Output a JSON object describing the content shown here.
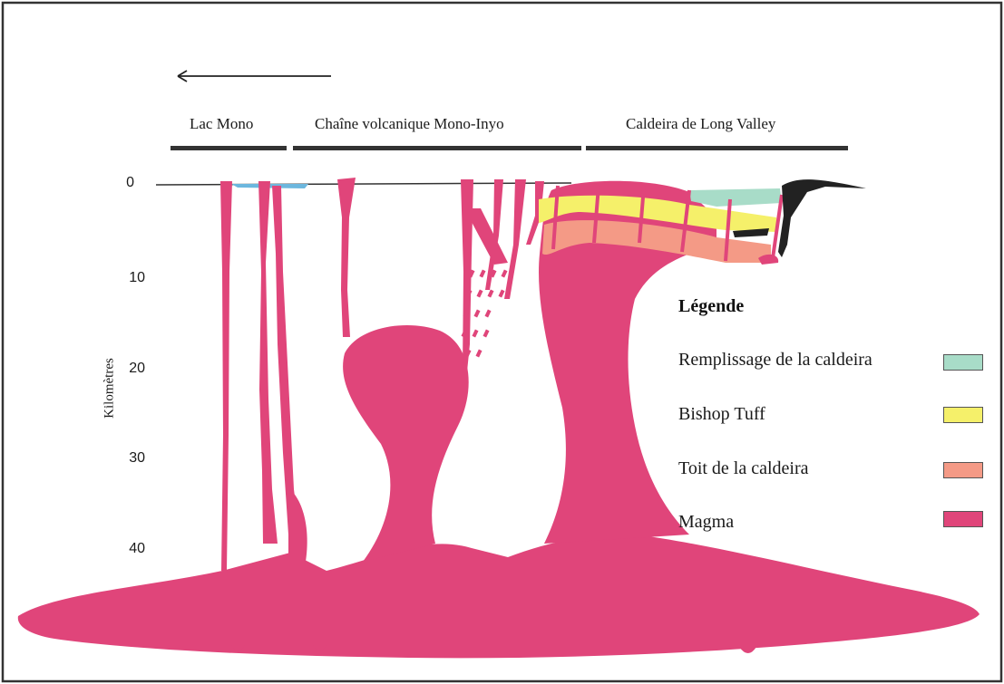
{
  "regions": {
    "lac_mono": "Lac Mono",
    "chaine": "Chaîne volcanique Mono-Inyo",
    "caldeira": "Caldeira de Long Valley"
  },
  "axis": {
    "title": "Kilomètres",
    "ticks": [
      "0",
      "10",
      "20",
      "30",
      "40"
    ]
  },
  "legend": {
    "title": "Légende",
    "items": [
      {
        "label": "Remplissage de la caldeira",
        "color": "#a8dcc8"
      },
      {
        "label": "Bishop Tuff",
        "color": "#f5f06a"
      },
      {
        "label": "Toit de la caldeira",
        "color": "#f49a86"
      },
      {
        "label": "Magma",
        "color": "#e0457a"
      }
    ]
  },
  "colors": {
    "magma": "#e0457a",
    "water": "#6cb7de",
    "rock": "#222222",
    "frame": "#333333"
  }
}
